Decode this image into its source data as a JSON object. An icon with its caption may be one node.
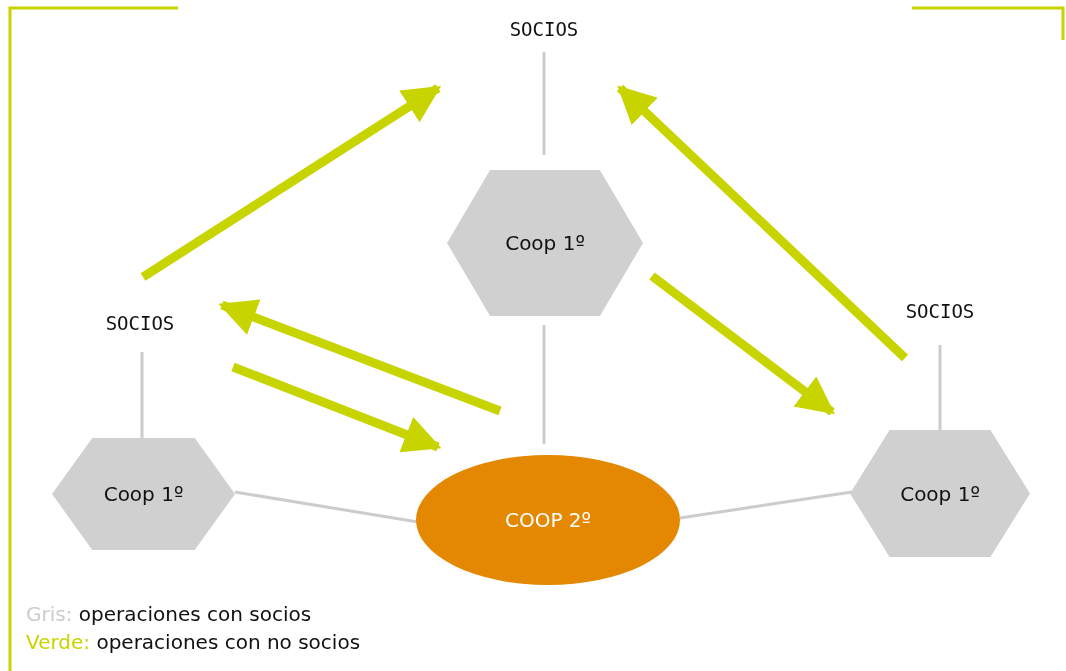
{
  "diagram": {
    "nodes": [
      {
        "text": [
          "SOCIOS"
        ]
      },
      {
        "text": [
          "Coop 1º"
        ]
      },
      {
        "text": [
          "SOCIOS"
        ]
      },
      {
        "text": [
          "Coop 1º"
        ]
      },
      {
        "text": [
          "COOP 2º"
        ]
      },
      {
        "text": [
          "SOCIOS"
        ]
      },
      {
        "text": [
          "Coop 1º"
        ]
      }
    ],
    "edges": [
      {
        "from": 0,
        "to": 1,
        "arrow": "none"
      },
      {
        "from": 1,
        "to": 4,
        "arrow": "none"
      },
      {
        "from": 2,
        "to": 3,
        "arrow": "none"
      },
      {
        "from": 3,
        "to": 4,
        "arrow": "none"
      },
      {
        "from": 5,
        "to": 6,
        "arrow": "none"
      },
      {
        "from": 4,
        "to": 6,
        "arrow": "none"
      },
      {
        "from": 2,
        "to": 0,
        "arrow": "to",
        "style": "thick",
        "color": "#c8d400"
      },
      {
        "from": 5,
        "to": 0,
        "arrow": "to",
        "style": "thick",
        "color": "#c8d400"
      },
      {
        "from": 1,
        "to": 6,
        "arrow": "to",
        "style": "thick",
        "color": "#c8d400"
      },
      {
        "from": 2,
        "to": 4,
        "arrow": "to",
        "style": "thick",
        "color": "#c8d400"
      },
      {
        "from": 4,
        "to": 2,
        "arrow": "to",
        "style": "thick",
        "color": "#c8d400"
      }
    ],
    "legend": [
      {
        "text": "Gris: operaciones con socios",
        "color": "#cccccc"
      },
      {
        "text": "Verde: operaciones con no socios",
        "color": "#c8d400"
      }
    ]
  }
}
